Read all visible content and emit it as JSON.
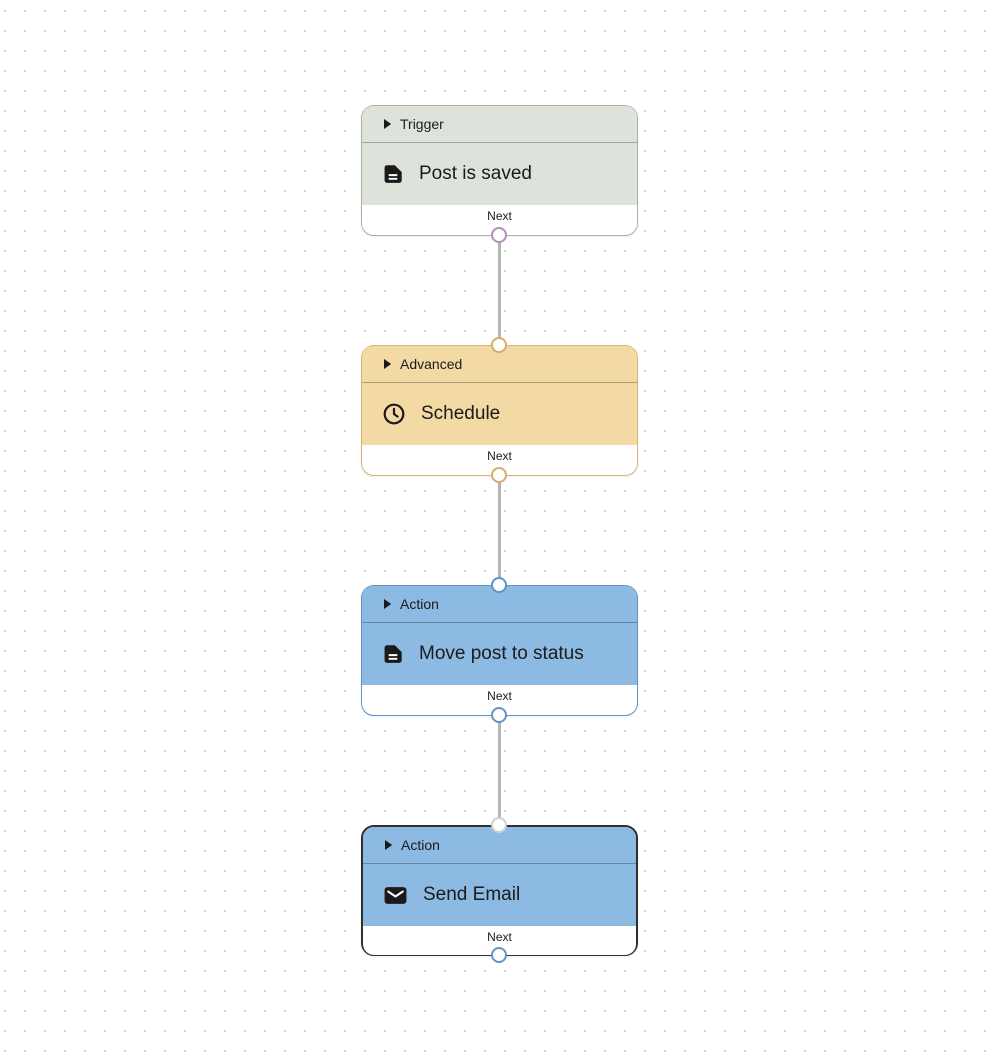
{
  "canvas": {
    "dot_grid_color": "#d4d4d4"
  },
  "theme": {
    "trigger": {
      "bg": "#dde3db",
      "border": "#a7b3a5",
      "port": "#b48cb8"
    },
    "advanced": {
      "bg": "#f3d9a3",
      "border": "#d8b573",
      "port": "#d3ae6c"
    },
    "action": {
      "bg": "#8dbae2",
      "border": "#6094c8",
      "port": "#6094c8"
    },
    "selected_border": "#2f2f2f",
    "connector_line": "#b4b4b4",
    "inactive_port": "#cfcfcf",
    "dot": "#d4d4d4"
  },
  "nodes": [
    {
      "category": "Trigger",
      "title": "Post is saved",
      "footer_label": "Next",
      "icon": "document-icon",
      "type": "trigger",
      "selected": false
    },
    {
      "category": "Advanced",
      "title": "Schedule",
      "footer_label": "Next",
      "icon": "clock-icon",
      "type": "advanced",
      "selected": false
    },
    {
      "category": "Action",
      "title": "Move post to status",
      "footer_label": "Next",
      "icon": "document-icon",
      "type": "action",
      "selected": false
    },
    {
      "category": "Action",
      "title": "Send Email",
      "footer_label": "Next",
      "icon": "envelope-icon",
      "type": "action",
      "selected": true
    }
  ]
}
